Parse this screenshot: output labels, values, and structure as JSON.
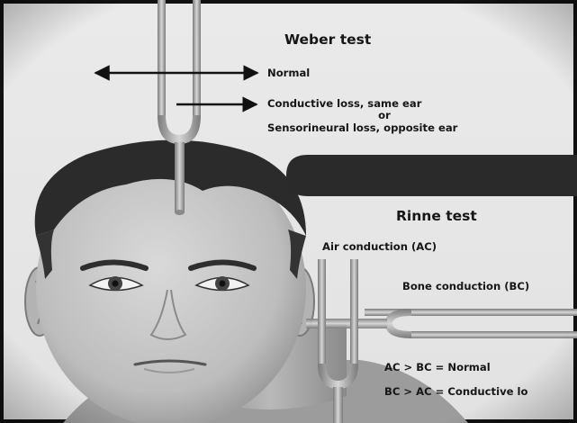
{
  "weber": {
    "title": "Weber test",
    "normal": "Normal",
    "conductive": "Conductive loss, same ear",
    "or": "or",
    "sensorineural": "Sensorineural loss, opposite ear"
  },
  "rinne": {
    "title": "Rinne test",
    "air": "Air conduction (AC)",
    "bone": "Bone conduction (BC)",
    "result_normal": "AC > BC = Normal",
    "result_conductive": "BC > AC = Conductive lo"
  },
  "colors": {
    "background": "#e8e8e8",
    "text": "#161616",
    "banner": "#2a2a2a",
    "fork": "#a8a8a8"
  }
}
